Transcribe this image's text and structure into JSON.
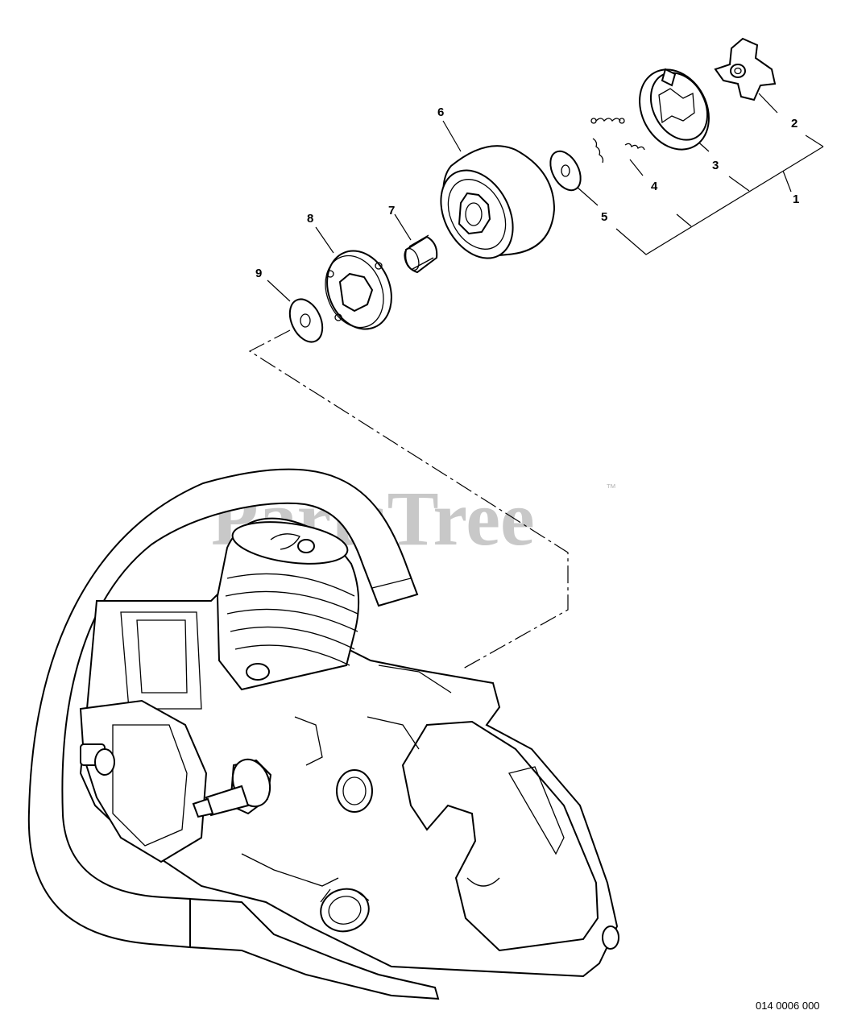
{
  "watermark": {
    "text": "PartsTree",
    "trademark": "™"
  },
  "drawing_code": "014 0006 000",
  "callouts": [
    {
      "id": "callout-1",
      "label": "1"
    },
    {
      "id": "callout-2",
      "label": "2"
    },
    {
      "id": "callout-3",
      "label": "3"
    },
    {
      "id": "callout-4",
      "label": "4"
    },
    {
      "id": "callout-5",
      "label": "5"
    },
    {
      "id": "callout-6",
      "label": "6"
    },
    {
      "id": "callout-7",
      "label": "7"
    },
    {
      "id": "callout-8",
      "label": "8"
    },
    {
      "id": "callout-9",
      "label": "9"
    }
  ],
  "parts": [
    {
      "name": "clutch-assembly",
      "callout": "1"
    },
    {
      "name": "clutch-hub",
      "callout": "2"
    },
    {
      "name": "clutch-shoe",
      "callout": "3"
    },
    {
      "name": "clutch-spring",
      "callout": "4"
    },
    {
      "name": "washer",
      "callout": "5"
    },
    {
      "name": "clutch-drum",
      "callout": "6"
    },
    {
      "name": "needle-bearing",
      "callout": "7"
    },
    {
      "name": "oil-pump-drive",
      "callout": "8"
    },
    {
      "name": "washer",
      "callout": "9"
    }
  ]
}
